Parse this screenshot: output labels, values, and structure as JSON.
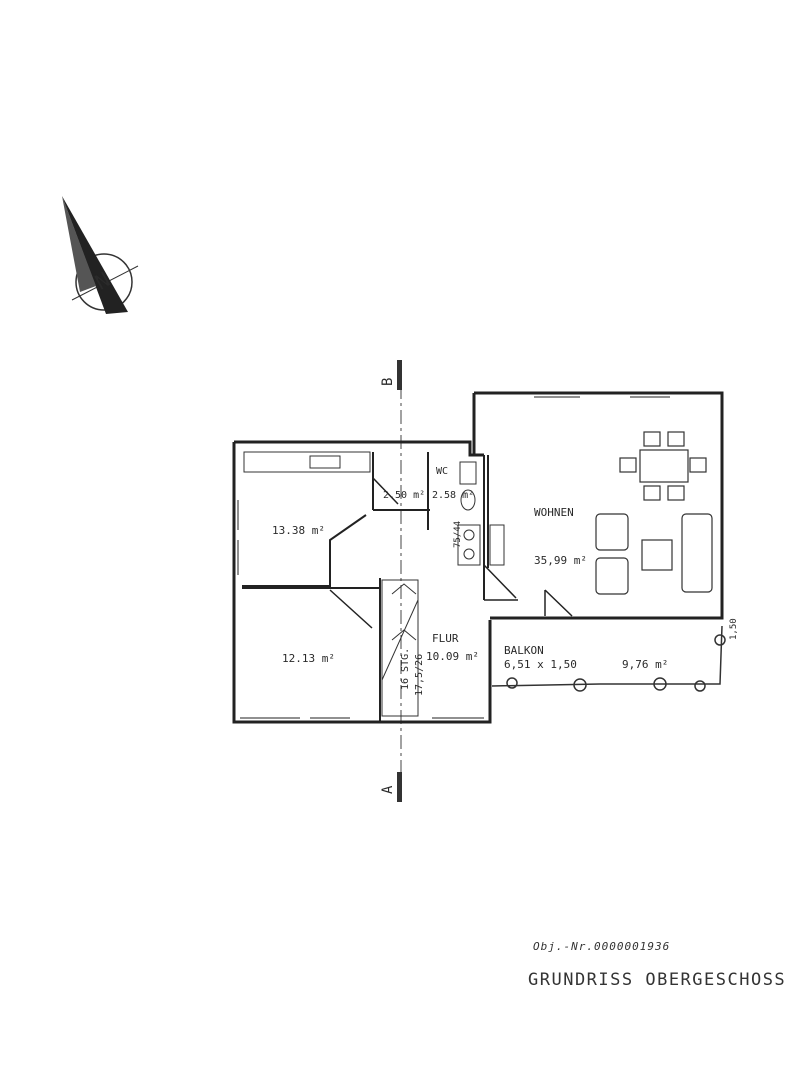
{
  "compass": {
    "symbol": "N",
    "icon": "north-arrow-icon"
  },
  "section_marks": {
    "top": "B",
    "bottom": "A"
  },
  "rooms": [
    {
      "id": "room-top-left",
      "area": "13.38 m²"
    },
    {
      "id": "room-bottom-left",
      "area": "12.13 m²"
    },
    {
      "id": "bath",
      "area": "2.50 m²"
    },
    {
      "id": "wc",
      "name": "WC",
      "area": "2.58 m²"
    },
    {
      "id": "flur",
      "name": "FLUR",
      "area": "10.09 m²"
    },
    {
      "id": "wohnen",
      "name": "WOHNEN",
      "area": "35,99 m²"
    }
  ],
  "kitchen_label": "75/44",
  "stairs": {
    "steps": "16 STG.",
    "ratio": "17,5/26"
  },
  "balcony": {
    "name": "BALKON",
    "dims": "6,51 x 1,50",
    "area": "9,76 m²"
  },
  "balcony_side_label": "1,50",
  "object_number": "Obj.-Nr.0000001936",
  "title": "GRUNDRISS OBERGESCHOSS"
}
